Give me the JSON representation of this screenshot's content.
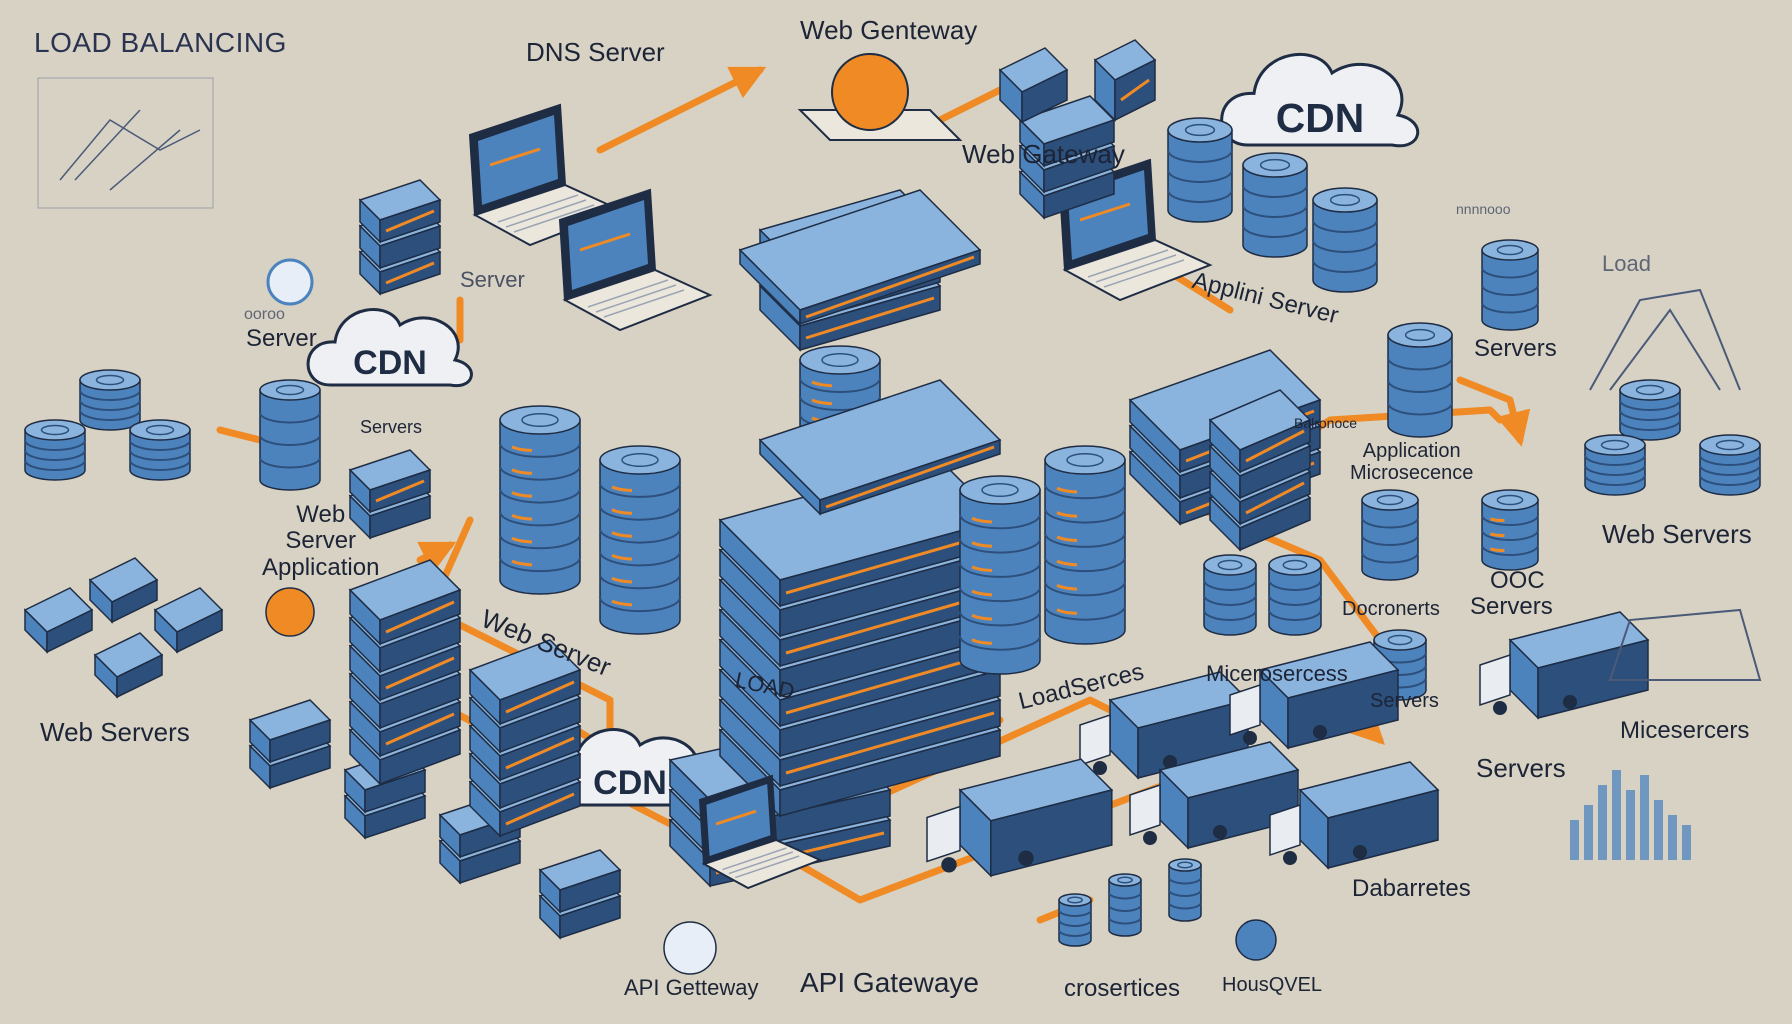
{
  "palette": {
    "background": "#d8d2c4",
    "server_blue": "#4d83bd",
    "server_top": "#8ab4dd",
    "server_dark": "#2c4f7c",
    "accent_orange": "#f08a24",
    "outline": "#1e2c44",
    "text": "#1c2436"
  },
  "labels": {
    "title": "LOAD BALANCING",
    "dns_server": "DNS Server",
    "web_genteway_top": "Web Genteway",
    "web_gateway": "Web Gateway",
    "cdn_top_right": "CDN",
    "server_left": "Server",
    "server_small_caption": "ooroo",
    "server_left_2": "Server",
    "cdn_left": "CDN",
    "servers_small": "Servers",
    "web_server_application": "Web\nServer\nApplication",
    "web_servers_left": "Web Servers",
    "web_server_diagonal": "Web Server",
    "load_sign": "LOAD",
    "loadserces": "LoadSerces",
    "cdn_bottom": "CDN",
    "api_gateway_left": "API Getteway",
    "api_gatewaye": "API Gatewaye",
    "crosertices": "crosertices",
    "houseqvel": "HousQVEL",
    "dabarretes": "Dabarretes",
    "servers_right_mid": "Servers",
    "servers_ocoq": "Servers",
    "ooc": "OOC",
    "docronerts": "Docronerts",
    "servers_small_right": "Servers",
    "micerosercess": "Micerosercess",
    "application_microsecence": "Application\nMicrosecence",
    "balronoce": "Balronoce",
    "appliniserver": "Applini Server",
    "servers_upper_right": "Servers",
    "servers_upper_right_caption": "nnnnooo",
    "load_right": "Load",
    "web_servers_right": "Web Servers",
    "micesercers": "Micesercers"
  }
}
